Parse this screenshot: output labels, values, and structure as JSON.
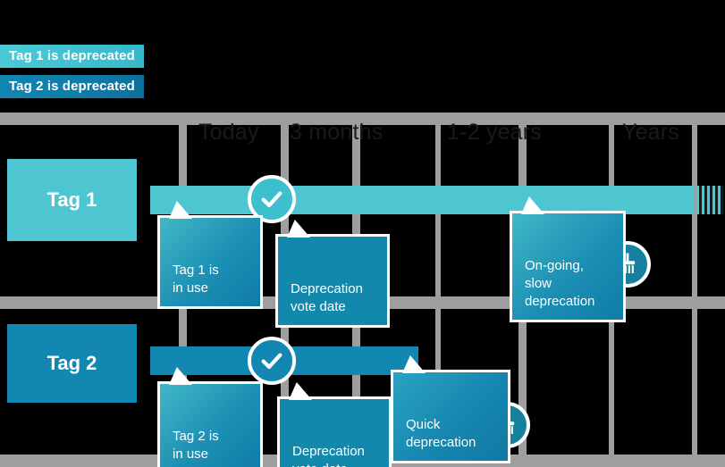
{
  "badges": [
    {
      "label": "Tag 1 is deprecated",
      "color": "#4cc9d6"
    },
    {
      "label": "Tag 2 is deprecated",
      "color": "#1186b1"
    }
  ],
  "columns": [
    {
      "label": "Today"
    },
    {
      "label": "3 months"
    },
    {
      "label": "1-2 years"
    },
    {
      "label": "Years"
    }
  ],
  "rows": [
    {
      "name": "Tag 1",
      "color": "#4ec6d2"
    },
    {
      "name": "Tag 2",
      "color": "#1287b2"
    }
  ],
  "callouts": {
    "tag1_in_use": "Tag 1 is\nin use",
    "tag1_vote": "Deprecation\nvote date",
    "tag1_slow": "On-going, slow\ndeprecation",
    "tag2_in_use": "Tag 2 is\nin use",
    "tag2_vote": "Deprecation\nvote date",
    "tag2_quick": "Quick\ndeprecation"
  },
  "icons": {
    "check": "check-icon",
    "broom": "broom-icon"
  }
}
